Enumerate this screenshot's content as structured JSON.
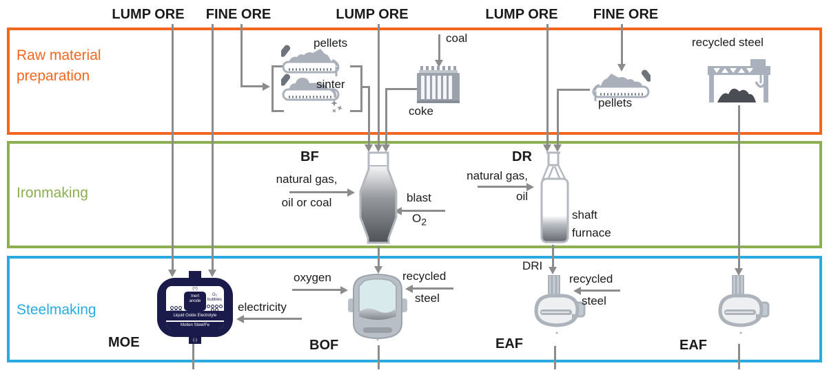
{
  "colors": {
    "raw_orange": "#F4661D",
    "iron_green": "#8CB04F",
    "steel_blue": "#29ABE2",
    "line_gray": "#8C8C8C",
    "icon_gray": "#A9B0BA",
    "icon_dark": "#6E747B",
    "scrap_dark": "#4A4E54",
    "moe_navy": "#1A1A4B",
    "bof_interior": "#D9EAEC"
  },
  "top_labels": {
    "lump1": "LUMP ORE",
    "fine1": "FINE ORE",
    "lump2": "LUMP ORE",
    "lump3": "LUMP ORE",
    "fine2": "FINE ORE"
  },
  "bands": {
    "raw": {
      "label": "Raw material preparation"
    },
    "iron": {
      "label": "Ironmaking"
    },
    "steel": {
      "label": "Steelmaking"
    }
  },
  "raw": {
    "pellets1": "pellets",
    "sinter": "sinter",
    "coal": "coal",
    "coke": "coke",
    "pellets2": "pellets",
    "recycled_steel": "recycled steel"
  },
  "iron": {
    "bf": "BF",
    "bf_feed_1": "natural gas,",
    "bf_feed_2": "oil or coal",
    "blast": "blast",
    "blast_o": "O",
    "blast_o_sub": "2",
    "dr": "DR",
    "dr_feed_1": "natural gas,",
    "dr_feed_2": "oil",
    "shaft_1": "shaft",
    "shaft_2": "furnace"
  },
  "steel": {
    "moe": "MOE",
    "bof": "BOF",
    "eaf1": "EAF",
    "eaf2": "EAF",
    "oxygen": "oxygen",
    "electricity": "electricity",
    "dri": "DRI",
    "bof_recycled_1": "recycled",
    "bof_recycled_2": "steel",
    "eaf_recycled_1": "recycled",
    "eaf_recycled_2": "steel"
  },
  "moe_cell": {
    "anode_plus": "(+)",
    "cathode_minus": "(-)",
    "inert_1": "Inert",
    "inert_2": "anode",
    "o2_1": "O₂",
    "o2_2": "bubbles",
    "electrolyte": "Liquid Oxide Electrolyte",
    "molten": "Molten Steel/Fe"
  }
}
